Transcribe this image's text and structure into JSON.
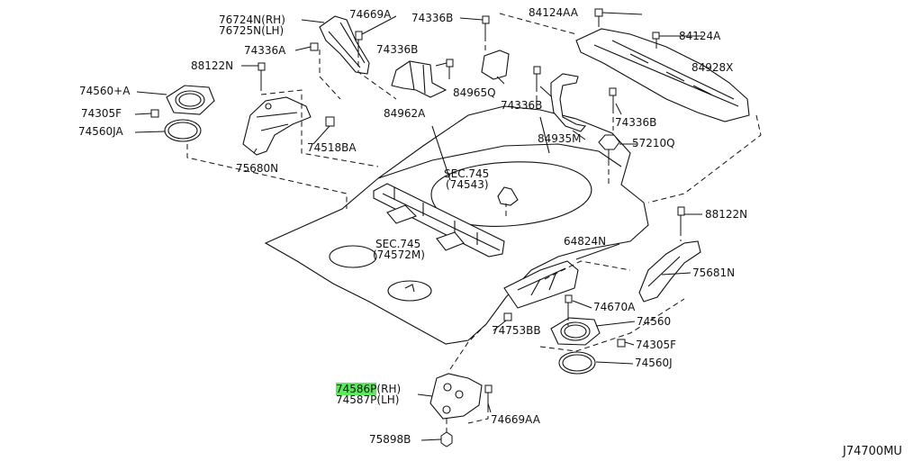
{
  "diagram_code": "J74700MU",
  "highlight_color": "#5ee65e",
  "labels": {
    "p76724n": "76724N(RH)",
    "p76725n": "76725N(LH)",
    "p74669a": "74669A",
    "p74336b_top": "74336B",
    "p84124aa": "84124AA",
    "p84124a": "84124A",
    "p74336a": "74336A",
    "p74336b_mid": "74336B",
    "p88122n_left": "88122N",
    "p84928x": "84928X",
    "p74560a": "74560+A",
    "p84965q": "84965Q",
    "p74305f_left": "74305F",
    "p84962a": "84962A",
    "p74336b_r1": "74336B",
    "p74336b_r2": "74336B",
    "p74560ja": "74560JA",
    "p84935m": "84935M",
    "p57210q": "57210Q",
    "p74518ba": "74518BA",
    "p75680n": "75680N",
    "sec745_a": "SEC.745",
    "sec745_a_ref": "(74543)",
    "p88122n_right": "88122N",
    "sec745_b": "SEC.745",
    "sec745_b_ref": "(74572M)",
    "p64824n": "64824N",
    "p75681n": "75681N",
    "p74670a": "74670A",
    "p74560": "74560",
    "p74753bb": "74753BB",
    "p74305f_right": "74305F",
    "p74560j": "74560J",
    "p74586p": "74586P",
    "p74586p_side": "(RH)",
    "p74587p": "74587P(LH)",
    "p74669aa": "74669AA",
    "p75898b": "75898B"
  }
}
